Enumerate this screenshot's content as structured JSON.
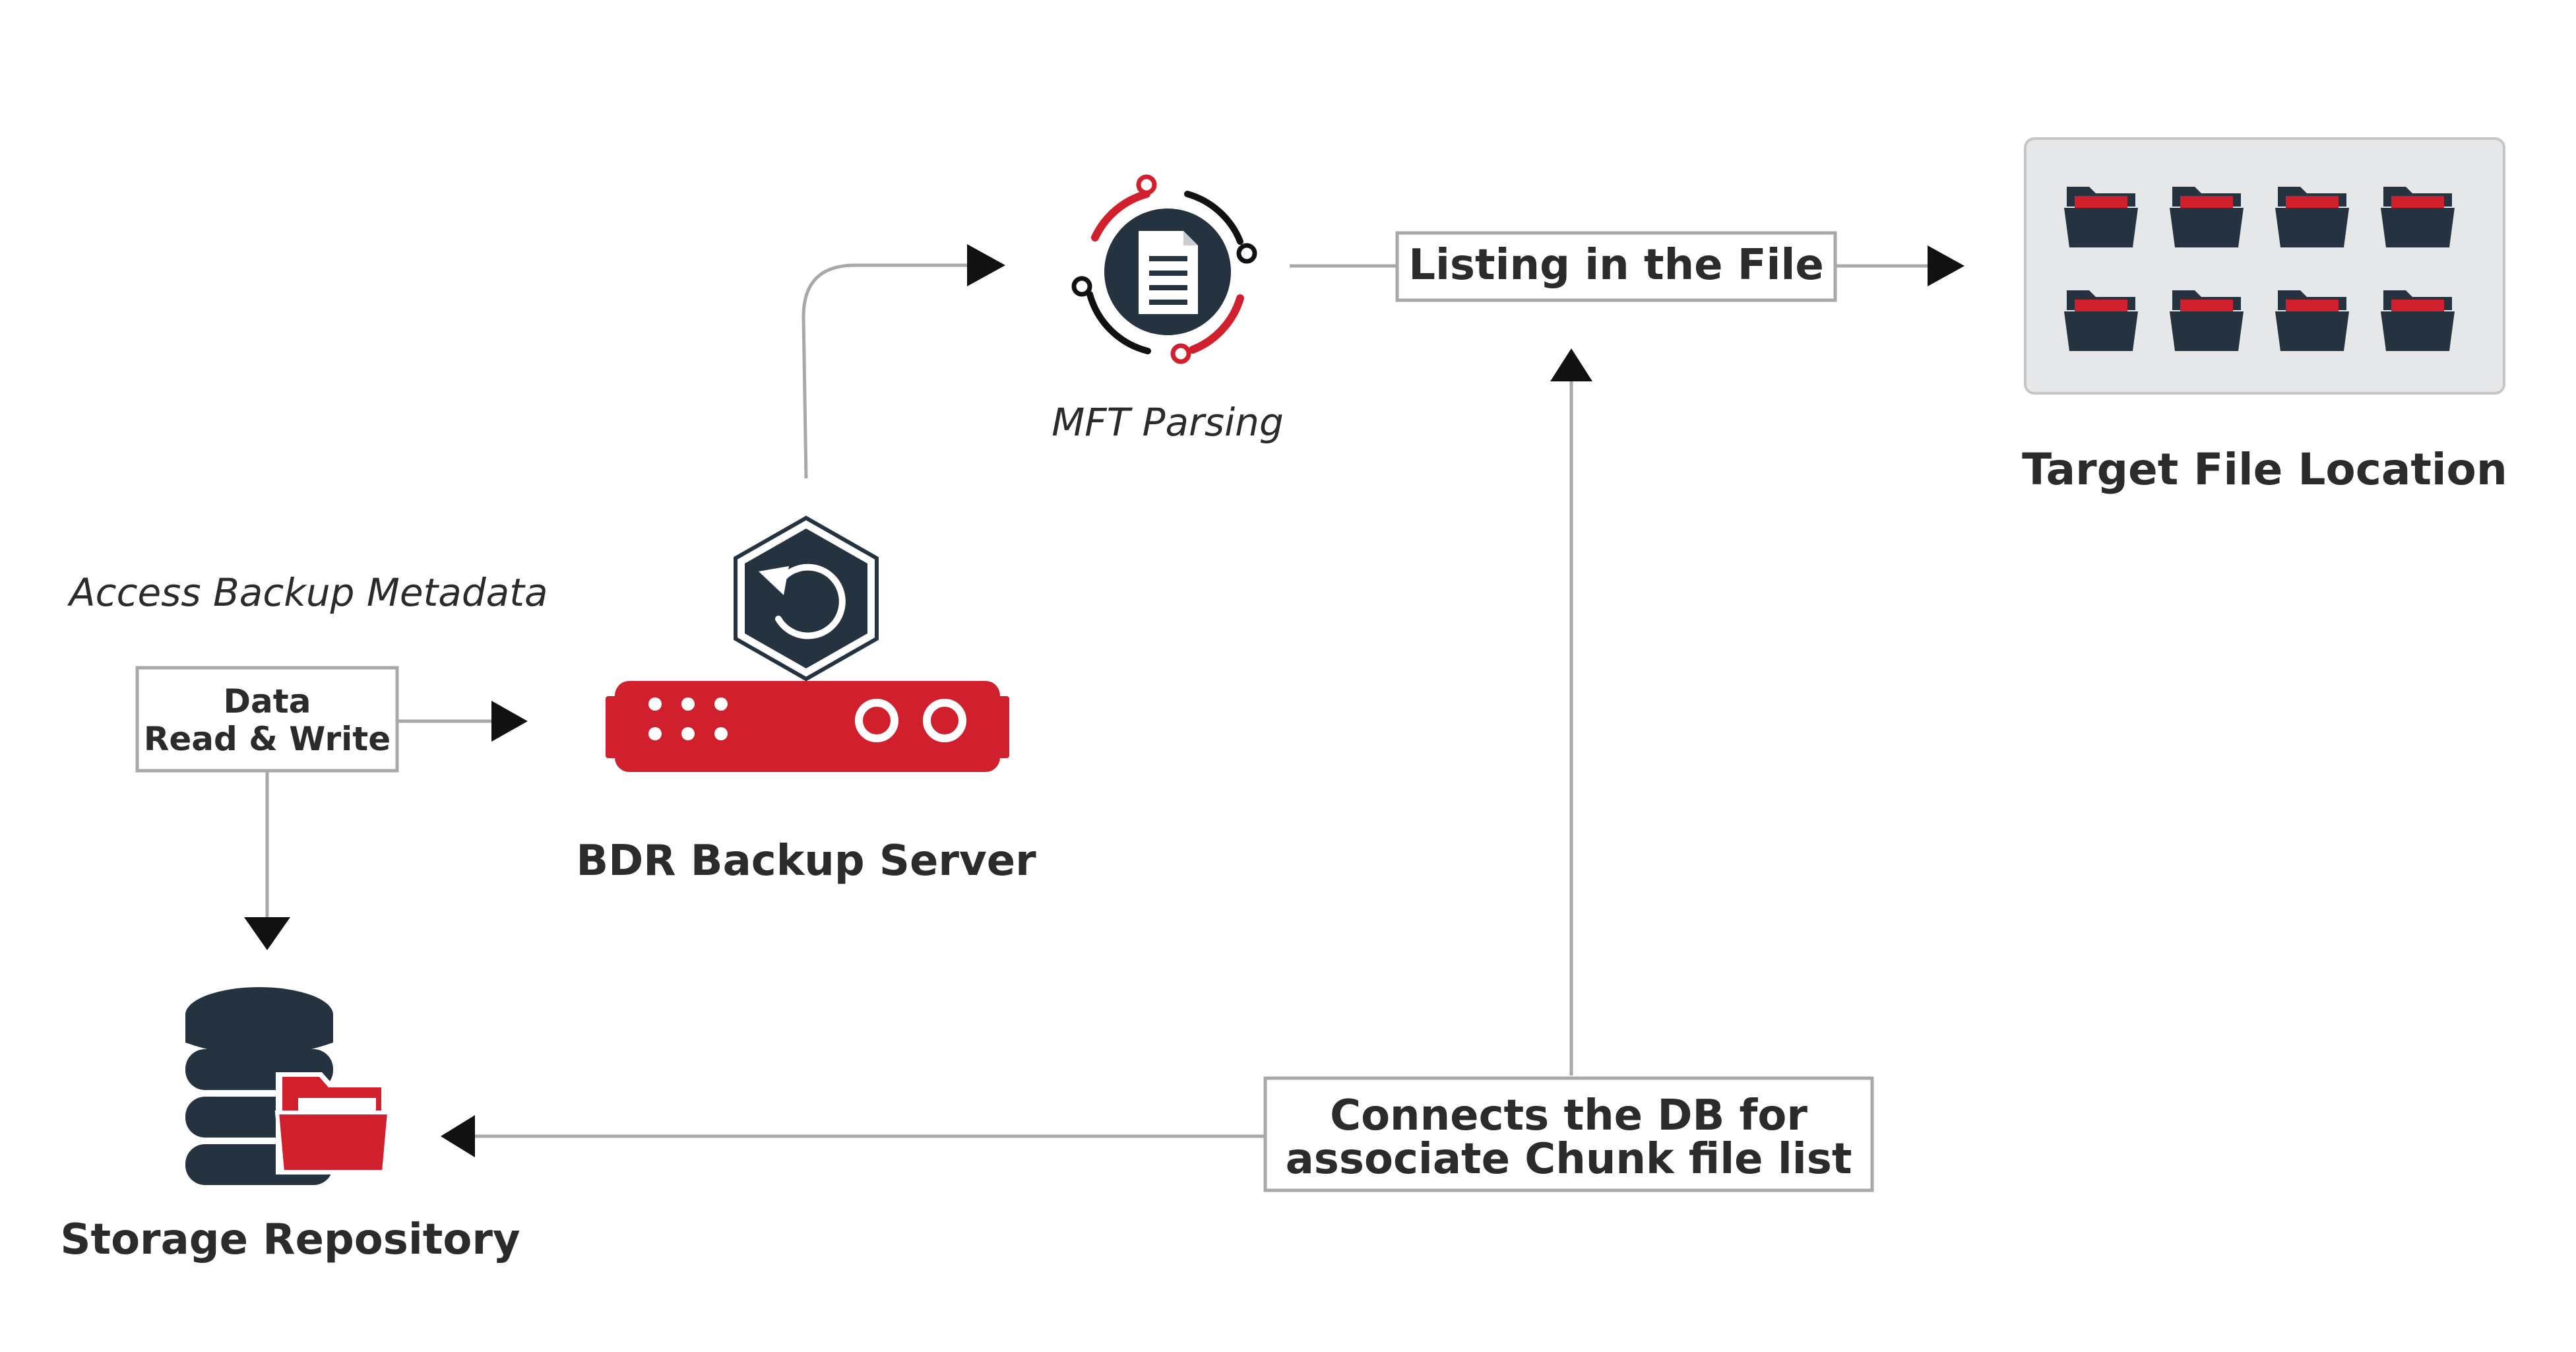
{
  "nodes": {
    "access_metadata": "Access Backup Metadata",
    "data_rw_line1": "Data",
    "data_rw_line2": "Read & Write",
    "bdr_server": "BDR Backup Server",
    "mft_parsing": "MFT Parsing",
    "listing": "Listing in the File",
    "target": "Target File Location",
    "connects_line1": "Connects the DB for",
    "connects_line2": "associate Chunk file list",
    "storage": "Storage Repository"
  },
  "colors": {
    "dark": "#253240",
    "red": "#d0202e",
    "line": "#a8a8a8",
    "panel": "#e6e7e8",
    "text": "#2b2b2b"
  },
  "icons": {
    "server": "server-rack-icon",
    "restore": "restore-hexagon-icon",
    "mft": "document-cycle-icon",
    "folders": "folder-icon",
    "storage": "database-icon"
  }
}
